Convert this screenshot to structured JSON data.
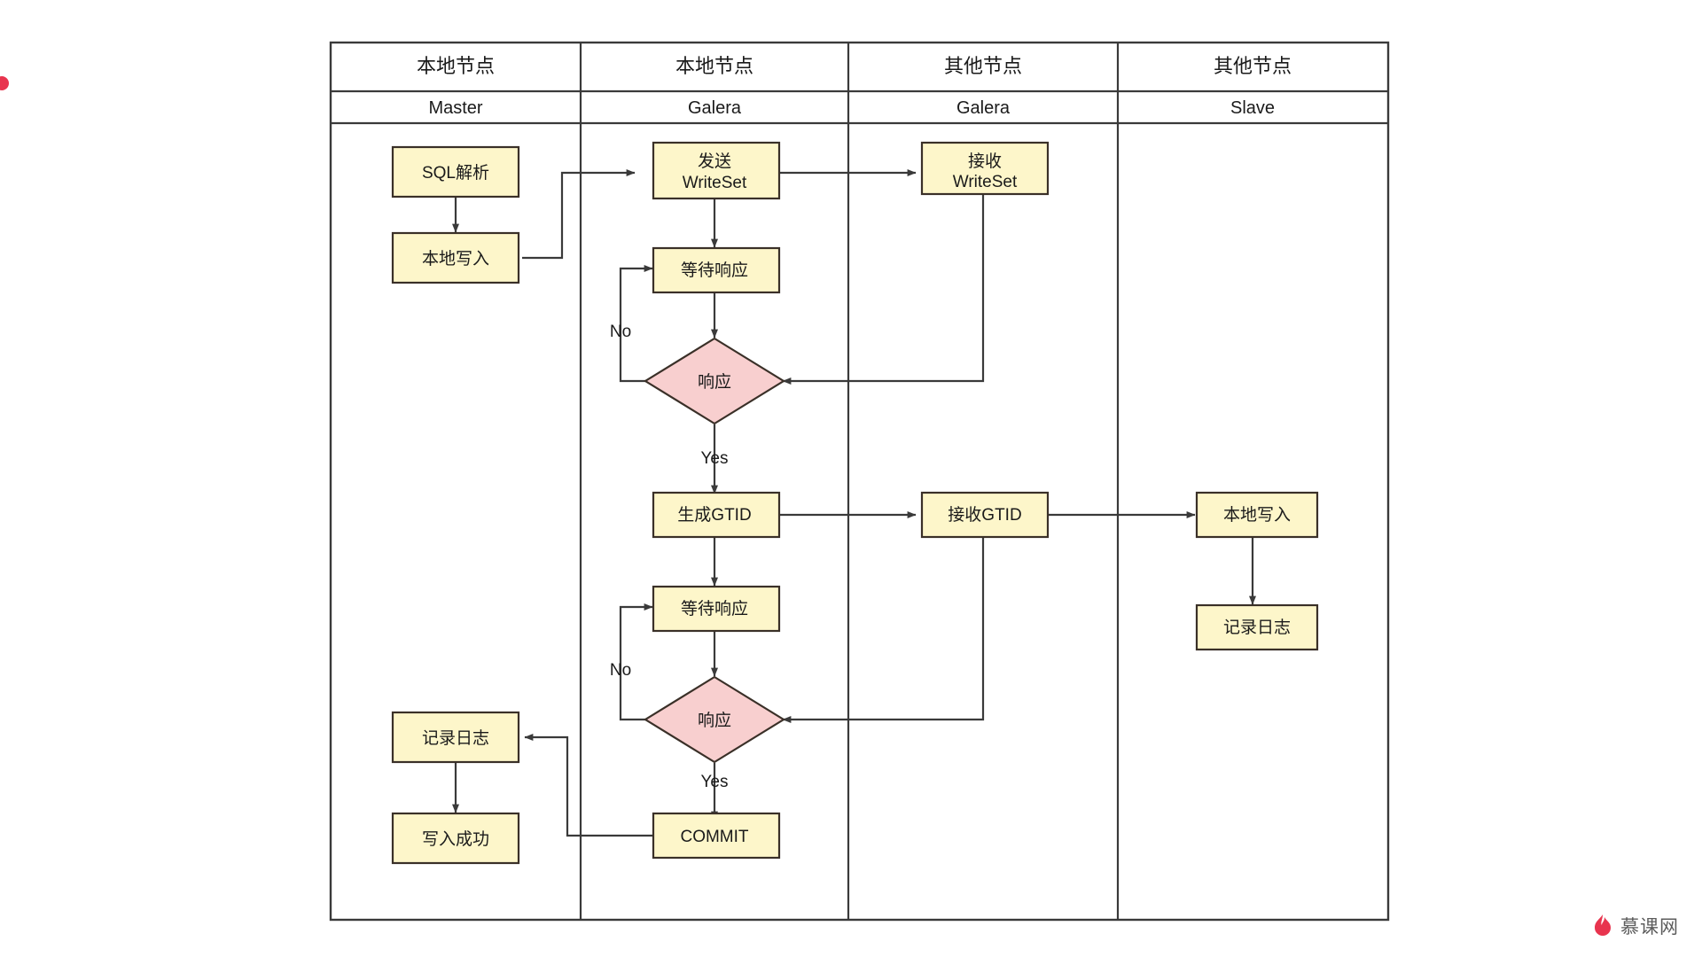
{
  "diagram": {
    "kind": "swimlane-flowchart",
    "lanes": [
      {
        "title": "本地节点",
        "subtitle": "Master"
      },
      {
        "title": "本地节点",
        "subtitle": "Galera"
      },
      {
        "title": "其他节点",
        "subtitle": "Galera"
      },
      {
        "title": "其他节点",
        "subtitle": "Slave"
      }
    ],
    "nodes": [
      {
        "id": "sql_parse",
        "label": "SQL解析",
        "shape": "process",
        "lane": 0
      },
      {
        "id": "local_write",
        "label": "本地写入",
        "shape": "process",
        "lane": 0
      },
      {
        "id": "log_master",
        "label": "记录日志",
        "shape": "process",
        "lane": 0
      },
      {
        "id": "write_ok",
        "label": "写入成功",
        "shape": "process",
        "lane": 0
      },
      {
        "id": "send_ws",
        "label": "发送\nWriteSet",
        "shape": "process",
        "lane": 1
      },
      {
        "id": "wait_1",
        "label": "等待响应",
        "shape": "process",
        "lane": 1
      },
      {
        "id": "resp_1",
        "label": "响应",
        "shape": "decision",
        "lane": 1
      },
      {
        "id": "gen_gtid",
        "label": "生成GTID",
        "shape": "process",
        "lane": 1
      },
      {
        "id": "wait_2",
        "label": "等待响应",
        "shape": "process",
        "lane": 1
      },
      {
        "id": "resp_2",
        "label": "响应",
        "shape": "decision",
        "lane": 1
      },
      {
        "id": "commit",
        "label": "COMMIT",
        "shape": "process",
        "lane": 1
      },
      {
        "id": "recv_ws",
        "label": "接收\nWriteSet",
        "shape": "process",
        "lane": 2
      },
      {
        "id": "recv_gtid",
        "label": "接收GTID",
        "shape": "process",
        "lane": 2
      },
      {
        "id": "slave_write",
        "label": "本地写入",
        "shape": "process",
        "lane": 3
      },
      {
        "id": "slave_log",
        "label": "记录日志",
        "shape": "process",
        "lane": 3
      }
    ],
    "edge_labels": {
      "no_1": "No",
      "yes_1": "Yes",
      "no_2": "No",
      "yes_2": "Yes"
    },
    "colors": {
      "process_fill": "#fdf6ca",
      "decision_fill": "#f8cfcf",
      "stroke": "#3a3028",
      "lane_stroke": "#3a3a3a",
      "text": "#1a1a1a",
      "accent_dot": "#e8344e",
      "logo": "#5c5c5c"
    }
  },
  "watermark": {
    "text": "慕课网",
    "icon": "flame-icon"
  }
}
